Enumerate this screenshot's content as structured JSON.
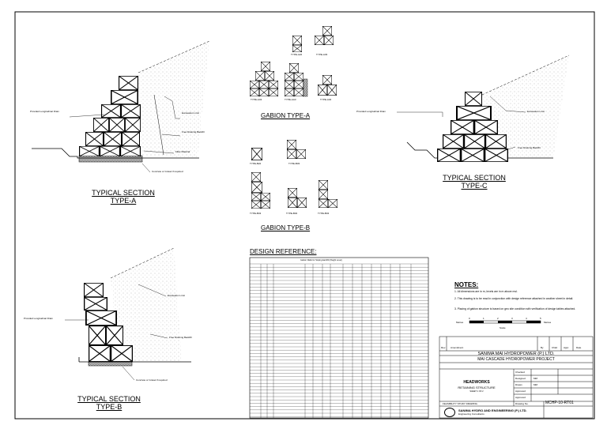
{
  "sections": {
    "a": {
      "title": "TYPICAL SECTION",
      "sub": "TYPE-A"
    },
    "b": {
      "title": "TYPICAL SECTION",
      "sub": "TYPE-B"
    },
    "c": {
      "title": "TYPICAL SECTION",
      "sub": "TYPE-C"
    }
  },
  "callouts": {
    "a_drain": "Provided Longitudinal Drain",
    "a_excav": "Excavation Limit",
    "a_backfill": "Free Draining Backfill",
    "a_filter": "Filter Material",
    "a_concrete": "Concrete or Gravel if required",
    "b_drain": "Provided Longitudinal Drain",
    "b_excav": "Excavation Limit",
    "b_backfill": "Free Draining Backfill",
    "b_concrete": "Concrete or Gravel if required",
    "c_drain": "Provided Longitudinal Drain",
    "c_excav": "Excavation Limit",
    "c_backfill": "Free Draining Backfill"
  },
  "gabion_a": {
    "title": "GABION TYPE-A",
    "types": [
      "TYPE-A22",
      "TYPE-A33",
      "TYPE-A43",
      "TYPE-AA3",
      "TYPE-A32"
    ]
  },
  "gabion_b": {
    "title": "GABION TYPE-B",
    "types": [
      "TYPE-B22",
      "TYPE-B33",
      "TYPE-B43",
      "TYPE-B32",
      "TYPE-B43"
    ]
  },
  "design_reference": {
    "title": "DESIGN REFERENCE:",
    "table_title": "Gabion Walls for Sloping Earthfill (Height Level)"
  },
  "notes": {
    "title": "NOTES:",
    "items": [
      "1. All dimensions are in m, levels are in m above msl.",
      "2. This drawing is to be read in conjunction with design reference attached in another sheet in detail.",
      "3. Placing of gabion structure is based on geo site condition with verification of design tables attached."
    ]
  },
  "scale": {
    "left": "Metres",
    "right": "Metres",
    "label": "Scale",
    "ticks": [
      "0",
      "1",
      "2",
      "3",
      "4",
      "5"
    ]
  },
  "title_block": {
    "rev_label": "Rev.",
    "amend_label": "Amendment",
    "by": "By",
    "chk": "Chkd",
    "appr": "Appr.",
    "date": "Date",
    "company": "SANIMA MAI HYDROPOWER (P.) LTD.",
    "project": "MAI CASCADE HYDROPOWER PROJECT",
    "drawing_title": "HEADWORKS",
    "drawing_sub": "RETAINING STRUCTURE",
    "drawing_sub2": "SHEET 1 OF 2",
    "roles": [
      "Checked",
      "Designed",
      "Drawn",
      "Approved",
      "Approved"
    ],
    "names": [
      "",
      "MM",
      "MM",
      "",
      ""
    ],
    "feas": "FEASIBILITY STUDY DRAWING",
    "drg_no_label": "Drawing No.",
    "drg_no": "MCHP-10-RT01",
    "consultant": "SANIMA HYDRO AND ENGINEERING (P.) LTD.",
    "consultant_sub": "Engineering Consultants"
  }
}
